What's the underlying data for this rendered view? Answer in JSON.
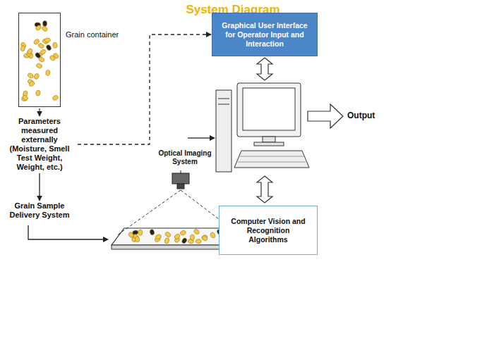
{
  "diagram": {
    "title": "System Diagram",
    "nodes": [
      {
        "text": [
          "Grain container"
        ]
      },
      {
        "text": [
          "Parameters measured externally (Moisture, Smell Test Weight, Weight, etc.)"
        ]
      },
      {
        "text": [
          "Grain Sample Delivery System"
        ]
      },
      {
        "text": [
          "Graphical User Interface for Operator Input and Interaction"
        ]
      },
      {
        "text": [
          "Computer Vision and Recognition Algorithms"
        ]
      }
    ],
    "edges": [
      {
        "from": 0,
        "to": 1,
        "arrow": "to"
      },
      {
        "from": 1,
        "to": 2,
        "arrow": "to"
      },
      {
        "from": 1,
        "to": 3,
        "arrow": "to"
      }
    ],
    "labels": [
      "Optical Imaging System",
      "Output"
    ]
  }
}
